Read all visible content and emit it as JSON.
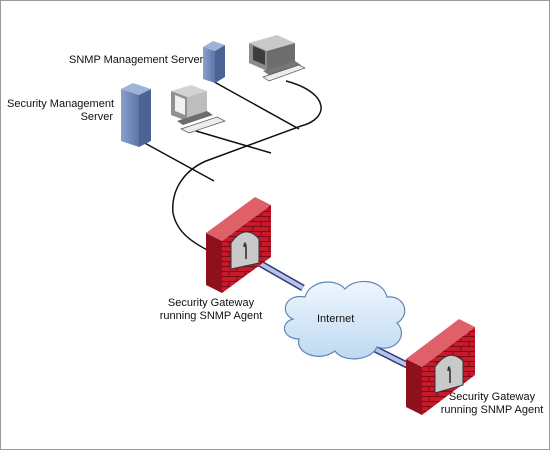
{
  "labels": {
    "snmp_server": "SNMP Management Server",
    "security_server_line1": "Security Management",
    "security_server_line2": "Server",
    "gateway1_line1": "Security Gateway",
    "gateway1_line2": "running SNMP Agent",
    "internet": "Internet",
    "gateway2_line1": "Security Gateway",
    "gateway2_line2": "running SNMP Agent"
  },
  "colors": {
    "firewall_red": "#c8192a",
    "server_blue": "#6f86b8",
    "cloud_blue": "#cfe4f7",
    "link_blue": "#aeb8e0",
    "network_line": "#111111"
  },
  "icons": {
    "snmp_server": "server-tower-icon",
    "security_server": "server-tower-icon",
    "workstation": "workstation-icon",
    "firewall": "brick-firewall-icon",
    "internet": "cloud-icon"
  }
}
